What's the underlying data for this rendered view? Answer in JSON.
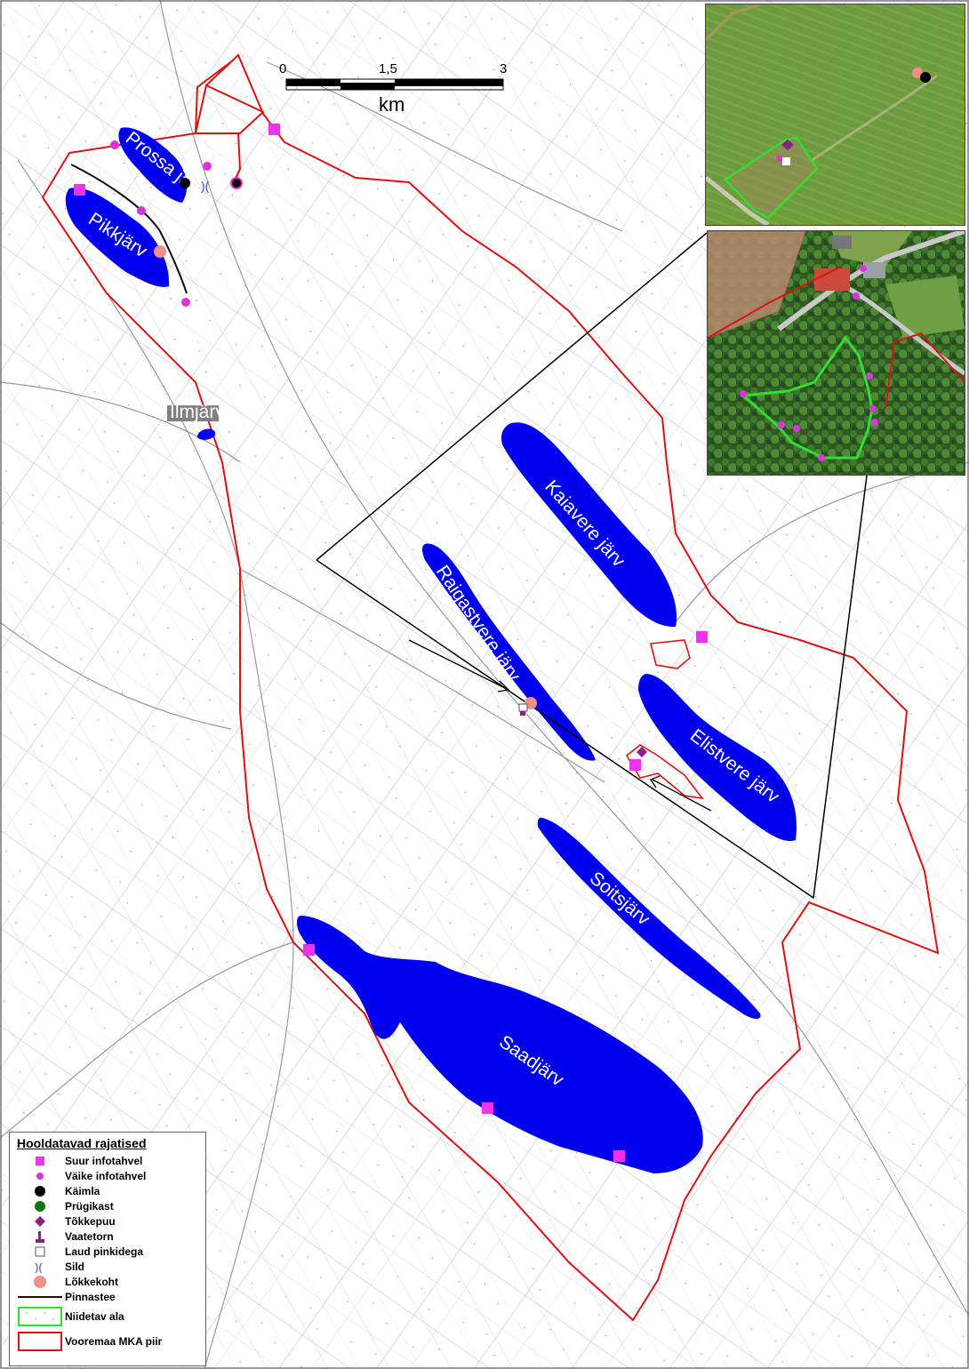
{
  "scale_bar": {
    "ticks": [
      "0",
      "1,5",
      "3"
    ],
    "unit": "km"
  },
  "lakes": [
    {
      "id": "prossa",
      "name": "Prossa järv"
    },
    {
      "id": "pikkjarv",
      "name": "Pikkjärv"
    },
    {
      "id": "ilmjarv",
      "name": "Ilmjärv"
    },
    {
      "id": "kaiavere",
      "name": "Kaiavere järv"
    },
    {
      "id": "raigastvere",
      "name": "Raigastvere järv"
    },
    {
      "id": "elistvere",
      "name": "Elistvere järv"
    },
    {
      "id": "soitsjarv",
      "name": "Soitsjärv"
    },
    {
      "id": "saadjarv",
      "name": "Saadjärv"
    }
  ],
  "colors": {
    "lake": "#0000ee",
    "boundary": "#dd1111",
    "trail": "#111111",
    "mowing": "#33dd33",
    "large_sign": "#ee33ee",
    "small_sign": "#dd33dd",
    "toilet": "#000000",
    "trash": "#117711",
    "log": "#882288",
    "fire": "#f09088",
    "map_line": "#c8c8c8"
  },
  "legend": {
    "title": "Hooldatavad rajatised",
    "items": [
      {
        "symbol": "large-square",
        "label": "Suur infotahvel"
      },
      {
        "symbol": "small-circle",
        "label": "Väike infotahvel"
      },
      {
        "symbol": "toilet-circle",
        "label": "Käimla"
      },
      {
        "symbol": "trash-circle",
        "label": "Prügikast"
      },
      {
        "symbol": "diamond",
        "label": "Tõkkepuu"
      },
      {
        "symbol": "tower",
        "label": "Vaatetorn"
      },
      {
        "symbol": "table",
        "label": "Laud pinkidega"
      },
      {
        "symbol": "bridge",
        "label": "Sild"
      },
      {
        "symbol": "fire-circle",
        "label": "Lõkkekoht"
      },
      {
        "symbol": "line",
        "label": "Pinnastee"
      },
      {
        "symbol": "green-box",
        "label": "Niidetav ala"
      },
      {
        "symbol": "red-box",
        "label": "Vooremaa MKA piir"
      }
    ]
  }
}
